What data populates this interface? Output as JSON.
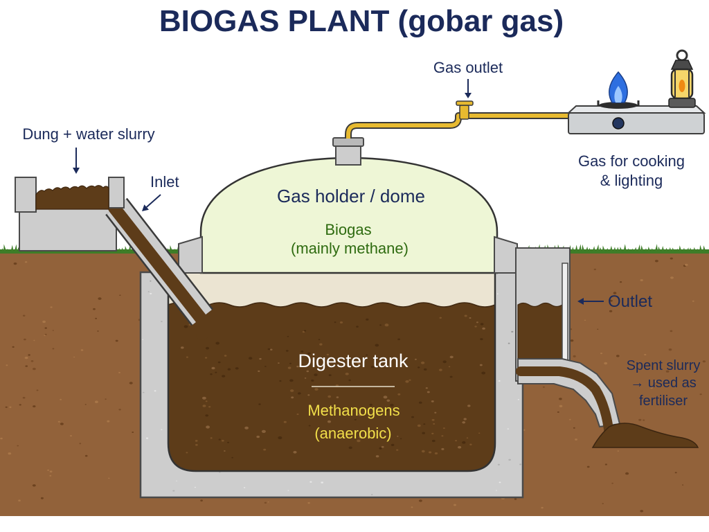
{
  "title": "BIOGAS PLANT (gobar gas)",
  "labels": {
    "gas_outlet": "Gas outlet",
    "dung_slurry": "Dung + water slurry",
    "inlet": "Inlet",
    "gas_holder": "Gas holder / dome",
    "biogas": "Biogas",
    "biogas_note": "(mainly methane)",
    "gas_use_line1": "Gas for cooking",
    "gas_use_line2": "& lighting",
    "outlet": "Outlet",
    "digester": "Digester tank",
    "methanogens": "Methanogens",
    "methanogens_note": "(anaerobic)",
    "spent_line1": "Spent slurry",
    "spent_line2": "→ used as",
    "spent_line3": "fertiliser"
  },
  "icons": {
    "flame": "flame-icon",
    "stove": "gas-stove-icon",
    "lantern": "lantern-icon",
    "valve": "valve-icon"
  },
  "colors": {
    "title": "#1b2a5a",
    "label": "#1b2a5a",
    "biogas_text": "#2e6b10",
    "digester_text": "#ffffff",
    "methanogens_text": "#f2df4a",
    "soil": "#92623a",
    "grass": "#3e7d28",
    "concrete": "#cdcdcd",
    "slurry": "#5d3c19",
    "scum_layer": "#ebe4d2",
    "dome_gas": "#eef6d6",
    "pipe": "#e7ba30",
    "flame": "#2e6fe0",
    "lantern_glow": "#f6d66a",
    "stove": "#cfd2d4"
  }
}
